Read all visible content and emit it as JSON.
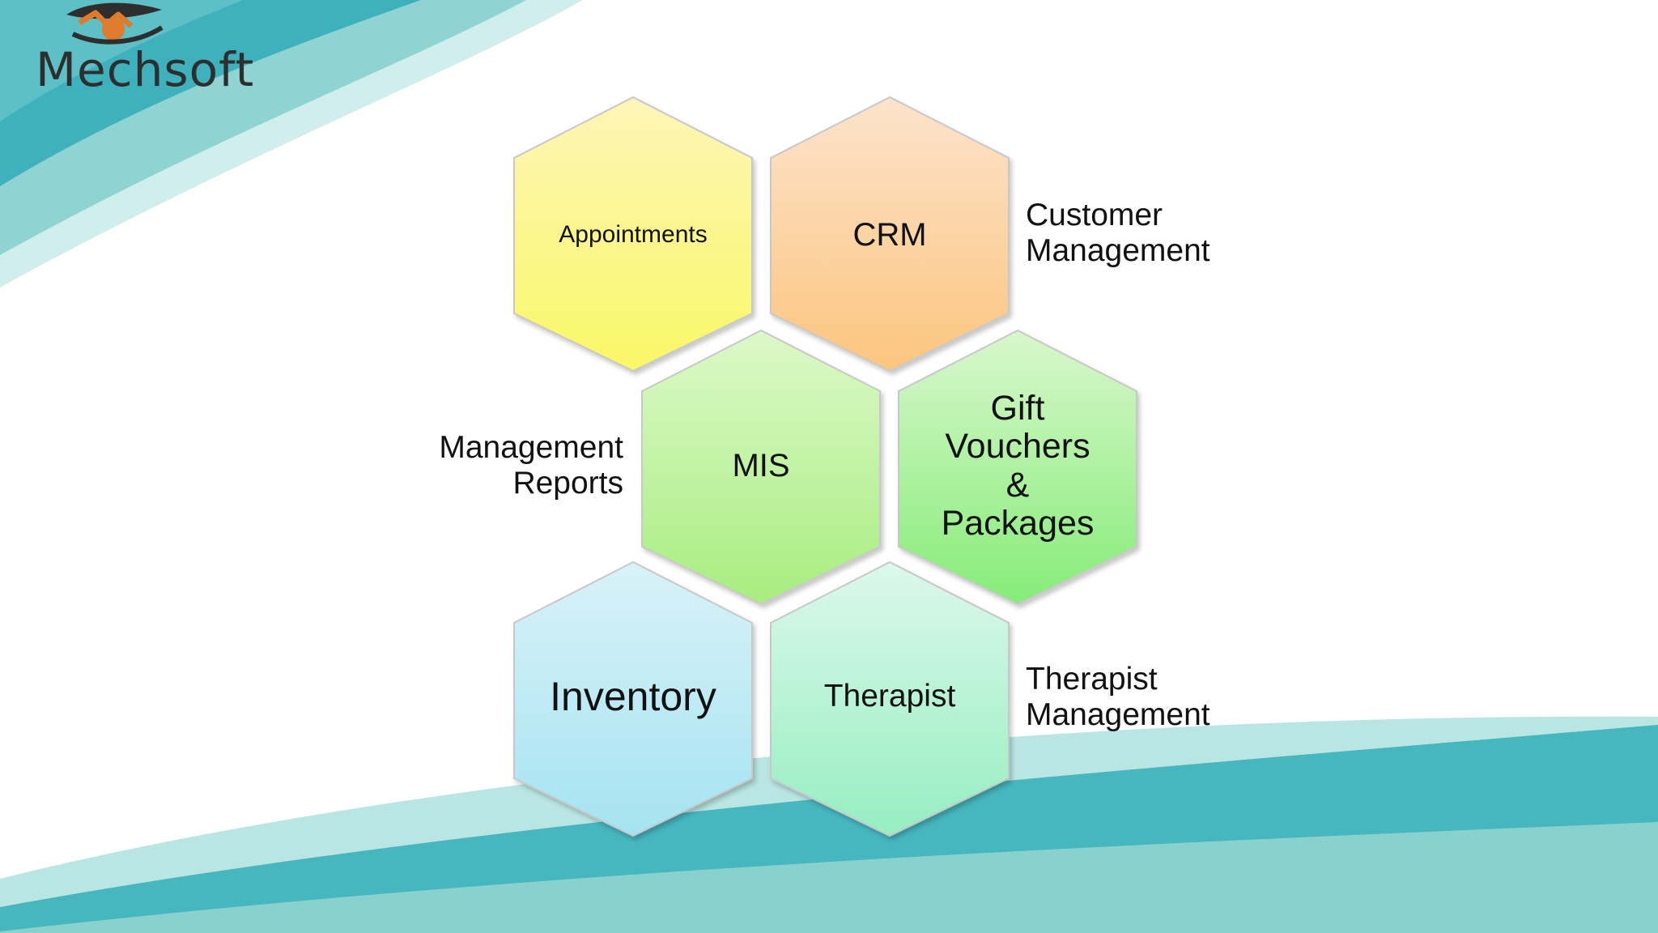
{
  "logo": {
    "text": "Mechsoft"
  },
  "hexagons": [
    {
      "id": "appointments",
      "label": "Appointments",
      "colors": [
        "#fdf6b8",
        "#faf766"
      ]
    },
    {
      "id": "crm",
      "label": "CRM",
      "colors": [
        "#fde3cc",
        "#fbc57e"
      ]
    },
    {
      "id": "mis",
      "label": "MIS",
      "colors": [
        "#dcf9c8",
        "#a8ed80"
      ]
    },
    {
      "id": "gift",
      "label_lines": [
        "Gift",
        "Vouchers",
        "&",
        "Packages"
      ],
      "colors": [
        "#d8f7cc",
        "#86ec78"
      ]
    },
    {
      "id": "inventory",
      "label": "Inventory",
      "colors": [
        "#d9f2f8",
        "#a5e3f2"
      ]
    },
    {
      "id": "therapist",
      "label": "Therapist",
      "colors": [
        "#dcf8ec",
        "#96eec0"
      ]
    }
  ],
  "side_labels": {
    "customer": [
      "Customer",
      "Management"
    ],
    "reports": [
      "Management",
      "Reports"
    ],
    "therapist": [
      "Therapist",
      "Management"
    ]
  },
  "colors": {
    "teal_dark": "#3bb2bd",
    "teal_mid": "#7dcbcb",
    "teal_light": "#b6e3e1",
    "hex_stroke": "#c8c8c8"
  }
}
